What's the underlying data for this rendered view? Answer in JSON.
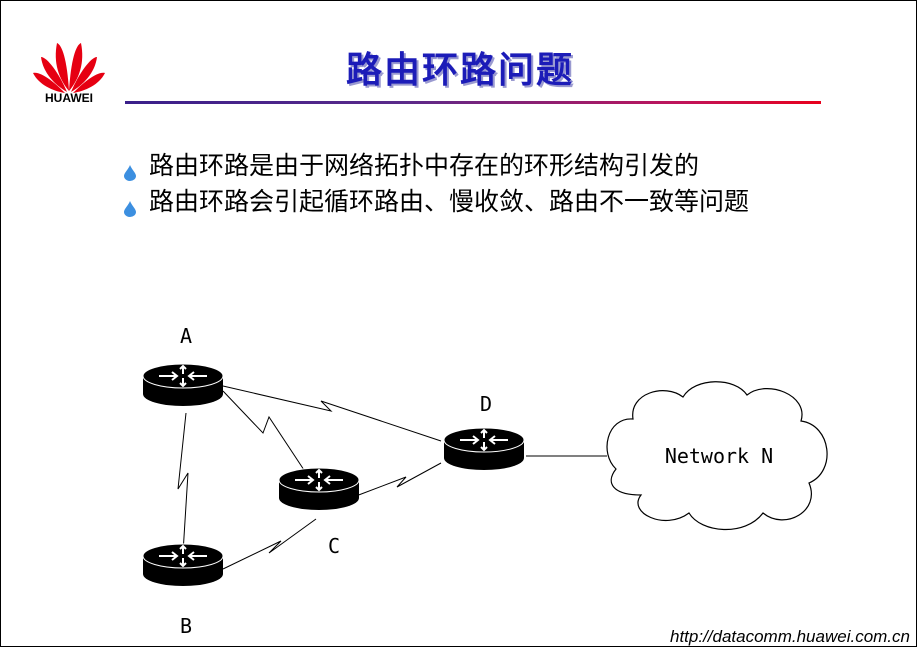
{
  "logo": {
    "name": "HUAWEI",
    "icon": "huawei-petal-logo",
    "color": "#e60012"
  },
  "title": "路由环路问题",
  "bullets": [
    {
      "text": "路由环路是由于网络拓扑中存在的环形结构引发的",
      "icon": "water-drop-bullet-icon"
    },
    {
      "text": "路由环路会引起循环路由、慢收敛、路由不一致等问题",
      "icon": "water-drop-bullet-icon"
    }
  ],
  "diagram": {
    "routers": [
      {
        "id": "A",
        "label": "A"
      },
      {
        "id": "B",
        "label": "B"
      },
      {
        "id": "C",
        "label": "C"
      },
      {
        "id": "D",
        "label": "D"
      }
    ],
    "network": {
      "label": "Network N",
      "icon": "cloud-icon"
    },
    "links": [
      {
        "from": "A",
        "to": "B",
        "type": "serial"
      },
      {
        "from": "A",
        "to": "C",
        "type": "serial"
      },
      {
        "from": "A",
        "to": "D",
        "type": "serial"
      },
      {
        "from": "B",
        "to": "C",
        "type": "serial"
      },
      {
        "from": "C",
        "to": "D",
        "type": "serial"
      },
      {
        "from": "D",
        "to": "Network N",
        "type": "ethernet"
      }
    ]
  },
  "footer": {
    "url": "http://datacomm.huawei.com.cn"
  },
  "colors": {
    "title": "#1c1cb8",
    "bullet": "#3c8fe0",
    "router": "#000000"
  }
}
